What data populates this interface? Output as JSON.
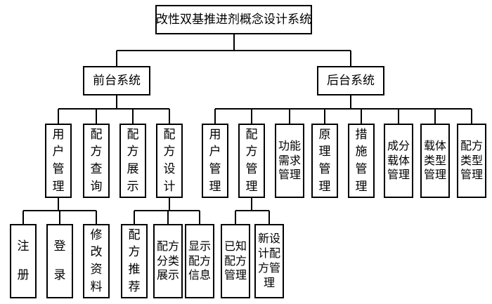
{
  "diagram": {
    "root": {
      "label": "改性双基推进剂概念设计系统"
    },
    "frontend": {
      "label": "前台系统",
      "children": [
        {
          "label": "用户管理",
          "children": [
            "注册",
            "登录",
            "修改资料"
          ]
        },
        {
          "label": "配方查询"
        },
        {
          "label": "配方展示"
        },
        {
          "label": "配方设计",
          "children": [
            "配方推荐",
            "配方分类展示",
            "显示配方信息"
          ]
        }
      ]
    },
    "backend": {
      "label": "后台系统",
      "children": [
        {
          "label": "用户管理"
        },
        {
          "label": "配方管理",
          "children": [
            "已知配方管理",
            "新设计配方管理"
          ]
        },
        {
          "label": "功能需求管理"
        },
        {
          "label": "原理管理"
        },
        {
          "label": "措施管理"
        },
        {
          "label": "成分载体管理"
        },
        {
          "label": "载体类型管理"
        },
        {
          "label": "配方类型管理"
        }
      ]
    }
  },
  "colors": {
    "line": "#000000",
    "box_border": "#000000",
    "background": "#ffffff"
  }
}
